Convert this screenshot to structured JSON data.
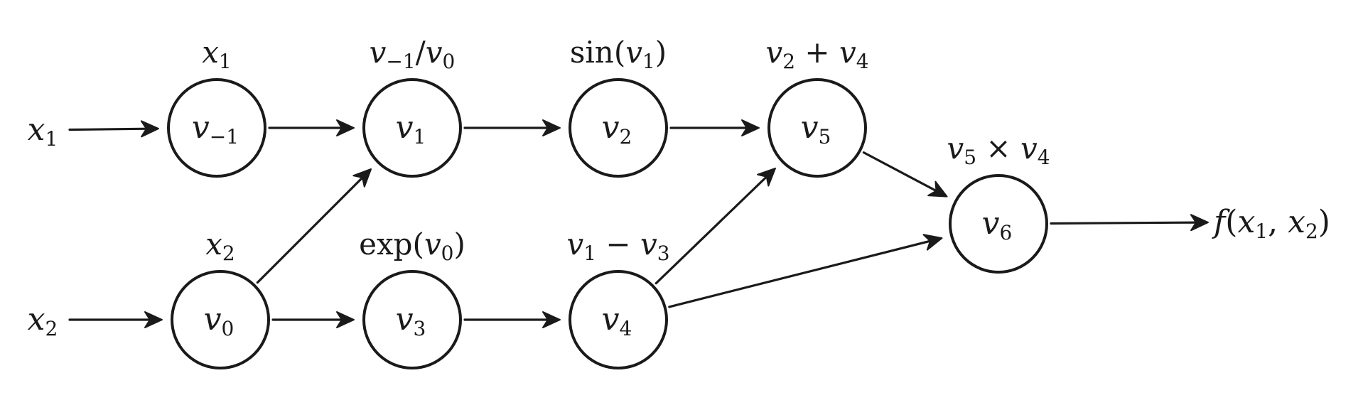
{
  "inputs": [
    {
      "base": "x",
      "sub": "1"
    },
    {
      "base": "x",
      "sub": "2"
    }
  ],
  "nodes": [
    {
      "id": "vm1",
      "base": "v",
      "sub": "−1",
      "op": [
        {
          "t": "x",
          "i": true
        },
        {
          "t": "1",
          "s": true
        }
      ]
    },
    {
      "id": "v0",
      "base": "v",
      "sub": "0",
      "op": [
        {
          "t": "x",
          "i": true
        },
        {
          "t": "2",
          "s": true
        }
      ]
    },
    {
      "id": "v1",
      "base": "v",
      "sub": "1",
      "op": [
        {
          "t": "v",
          "i": true
        },
        {
          "t": "−1",
          "s": true
        },
        {
          "t": "/",
          "i": false
        },
        {
          "t": "v",
          "i": true
        },
        {
          "t": "0",
          "s": true
        }
      ]
    },
    {
      "id": "v2",
      "base": "v",
      "sub": "2",
      "op": [
        {
          "t": "sin(",
          "i": false
        },
        {
          "t": "v",
          "i": true
        },
        {
          "t": "1",
          "s": true
        },
        {
          "t": ")",
          "i": false
        }
      ]
    },
    {
      "id": "v3",
      "base": "v",
      "sub": "3",
      "op": [
        {
          "t": "exp(",
          "i": false
        },
        {
          "t": "v",
          "i": true
        },
        {
          "t": "0",
          "s": true
        },
        {
          "t": ")",
          "i": false
        }
      ]
    },
    {
      "id": "v4",
      "base": "v",
      "sub": "4",
      "op": [
        {
          "t": "v",
          "i": true
        },
        {
          "t": "1",
          "s": true
        },
        {
          "t": " − ",
          "i": false
        },
        {
          "t": "v",
          "i": true
        },
        {
          "t": "3",
          "s": true
        }
      ]
    },
    {
      "id": "v5",
      "base": "v",
      "sub": "5",
      "op": [
        {
          "t": "v",
          "i": true
        },
        {
          "t": "2",
          "s": true
        },
        {
          "t": " + ",
          "i": false
        },
        {
          "t": "v",
          "i": true
        },
        {
          "t": "4",
          "s": true
        }
      ]
    },
    {
      "id": "v6",
      "base": "v",
      "sub": "6",
      "op": [
        {
          "t": "v",
          "i": true
        },
        {
          "t": "5",
          "s": true
        },
        {
          "t": " × ",
          "i": false
        },
        {
          "t": "v",
          "i": true
        },
        {
          "t": "4",
          "s": true
        }
      ]
    }
  ],
  "output": [
    {
      "t": "f",
      "i": true
    },
    {
      "t": "(",
      "i": false
    },
    {
      "t": "x",
      "i": true
    },
    {
      "t": "1",
      "s": true
    },
    {
      "t": ", ",
      "i": false
    },
    {
      "t": "x",
      "i": true
    },
    {
      "t": "2",
      "s": true
    },
    {
      "t": ")",
      "i": false
    }
  ],
  "edges": [
    {
      "from": "x1",
      "to": "vm1"
    },
    {
      "from": "x2",
      "to": "v0"
    },
    {
      "from": "vm1",
      "to": "v1"
    },
    {
      "from": "v0",
      "to": "v1"
    },
    {
      "from": "v0",
      "to": "v3"
    },
    {
      "from": "v1",
      "to": "v2"
    },
    {
      "from": "v3",
      "to": "v4"
    },
    {
      "from": "v2",
      "to": "v5"
    },
    {
      "from": "v4",
      "to": "v5"
    },
    {
      "from": "v5",
      "to": "v6"
    },
    {
      "from": "v4",
      "to": "v6"
    },
    {
      "from": "v6",
      "to": "out"
    }
  ],
  "colors": {
    "ink": "#1a1a1a",
    "background": "#ffffff"
  }
}
